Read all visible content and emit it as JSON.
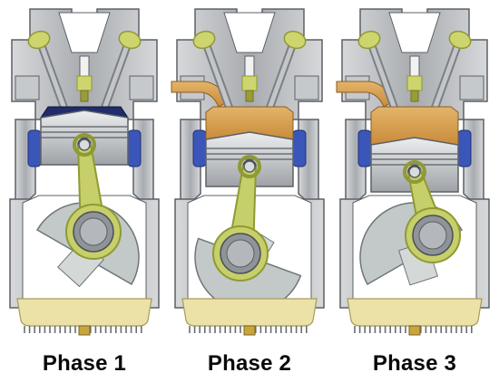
{
  "phases": [
    {
      "label": "Phase 1",
      "mix": "none",
      "piston": "top",
      "crank": "bottom"
    },
    {
      "label": "Phase 2",
      "mix": "intake",
      "piston": "middle",
      "crank": "top"
    },
    {
      "label": "Phase 3",
      "mix": "full",
      "piston": "lower",
      "crank": "side"
    }
  ],
  "colors": {
    "block": "#a8abaf",
    "block_dark": "#5c6066",
    "block_light": "#d6d8da",
    "cylinder_bg": "#ffffff",
    "piston": "#c9cbcd",
    "ring_blue": "#3a56b8",
    "rod_yellow": "#c6cf6a",
    "rod_dark": "#8f9a33",
    "mixture": "#c98b3a",
    "oil": "#ece2a8",
    "crank_disc": "#c2c9c8",
    "valve_cap": "#cfd56e"
  }
}
